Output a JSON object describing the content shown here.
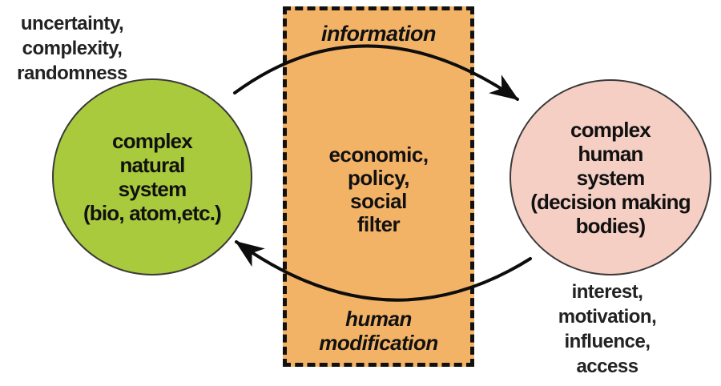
{
  "left_note": {
    "lines": [
      "uncertainty,",
      "complexity,",
      "randomness"
    ]
  },
  "natural_circle": {
    "lines": [
      "complex",
      "natural",
      "system",
      "(bio, atom,etc.)"
    ]
  },
  "filter_box": {
    "information_label": "information",
    "filter_lines": [
      "economic,",
      "policy,",
      "social",
      "filter"
    ],
    "modification_lines": [
      "human",
      "modification"
    ]
  },
  "human_circle": {
    "lines": [
      "complex",
      "human",
      "system",
      "(decision making",
      "bodies)"
    ]
  },
  "right_note": {
    "lines": [
      "interest,",
      "motivation,",
      "influence,",
      "access"
    ]
  },
  "colors": {
    "natural_fill": "#a9ca3c",
    "human_fill": "#f5cfc4",
    "filter_fill": "#f3b367",
    "arrow": "#0d0d0d",
    "background": "#ffffff"
  }
}
